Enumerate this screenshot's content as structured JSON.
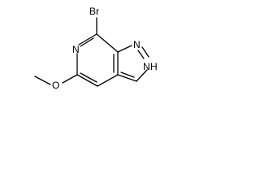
{
  "molecule": {
    "atoms": {
      "bromine": "Br",
      "pyridine_nitrogen": "N",
      "pyrazole_n1": "N",
      "pyrazole_nh": "N",
      "pyrazole_nh_h": "H",
      "ether_oxygen": "O"
    }
  }
}
